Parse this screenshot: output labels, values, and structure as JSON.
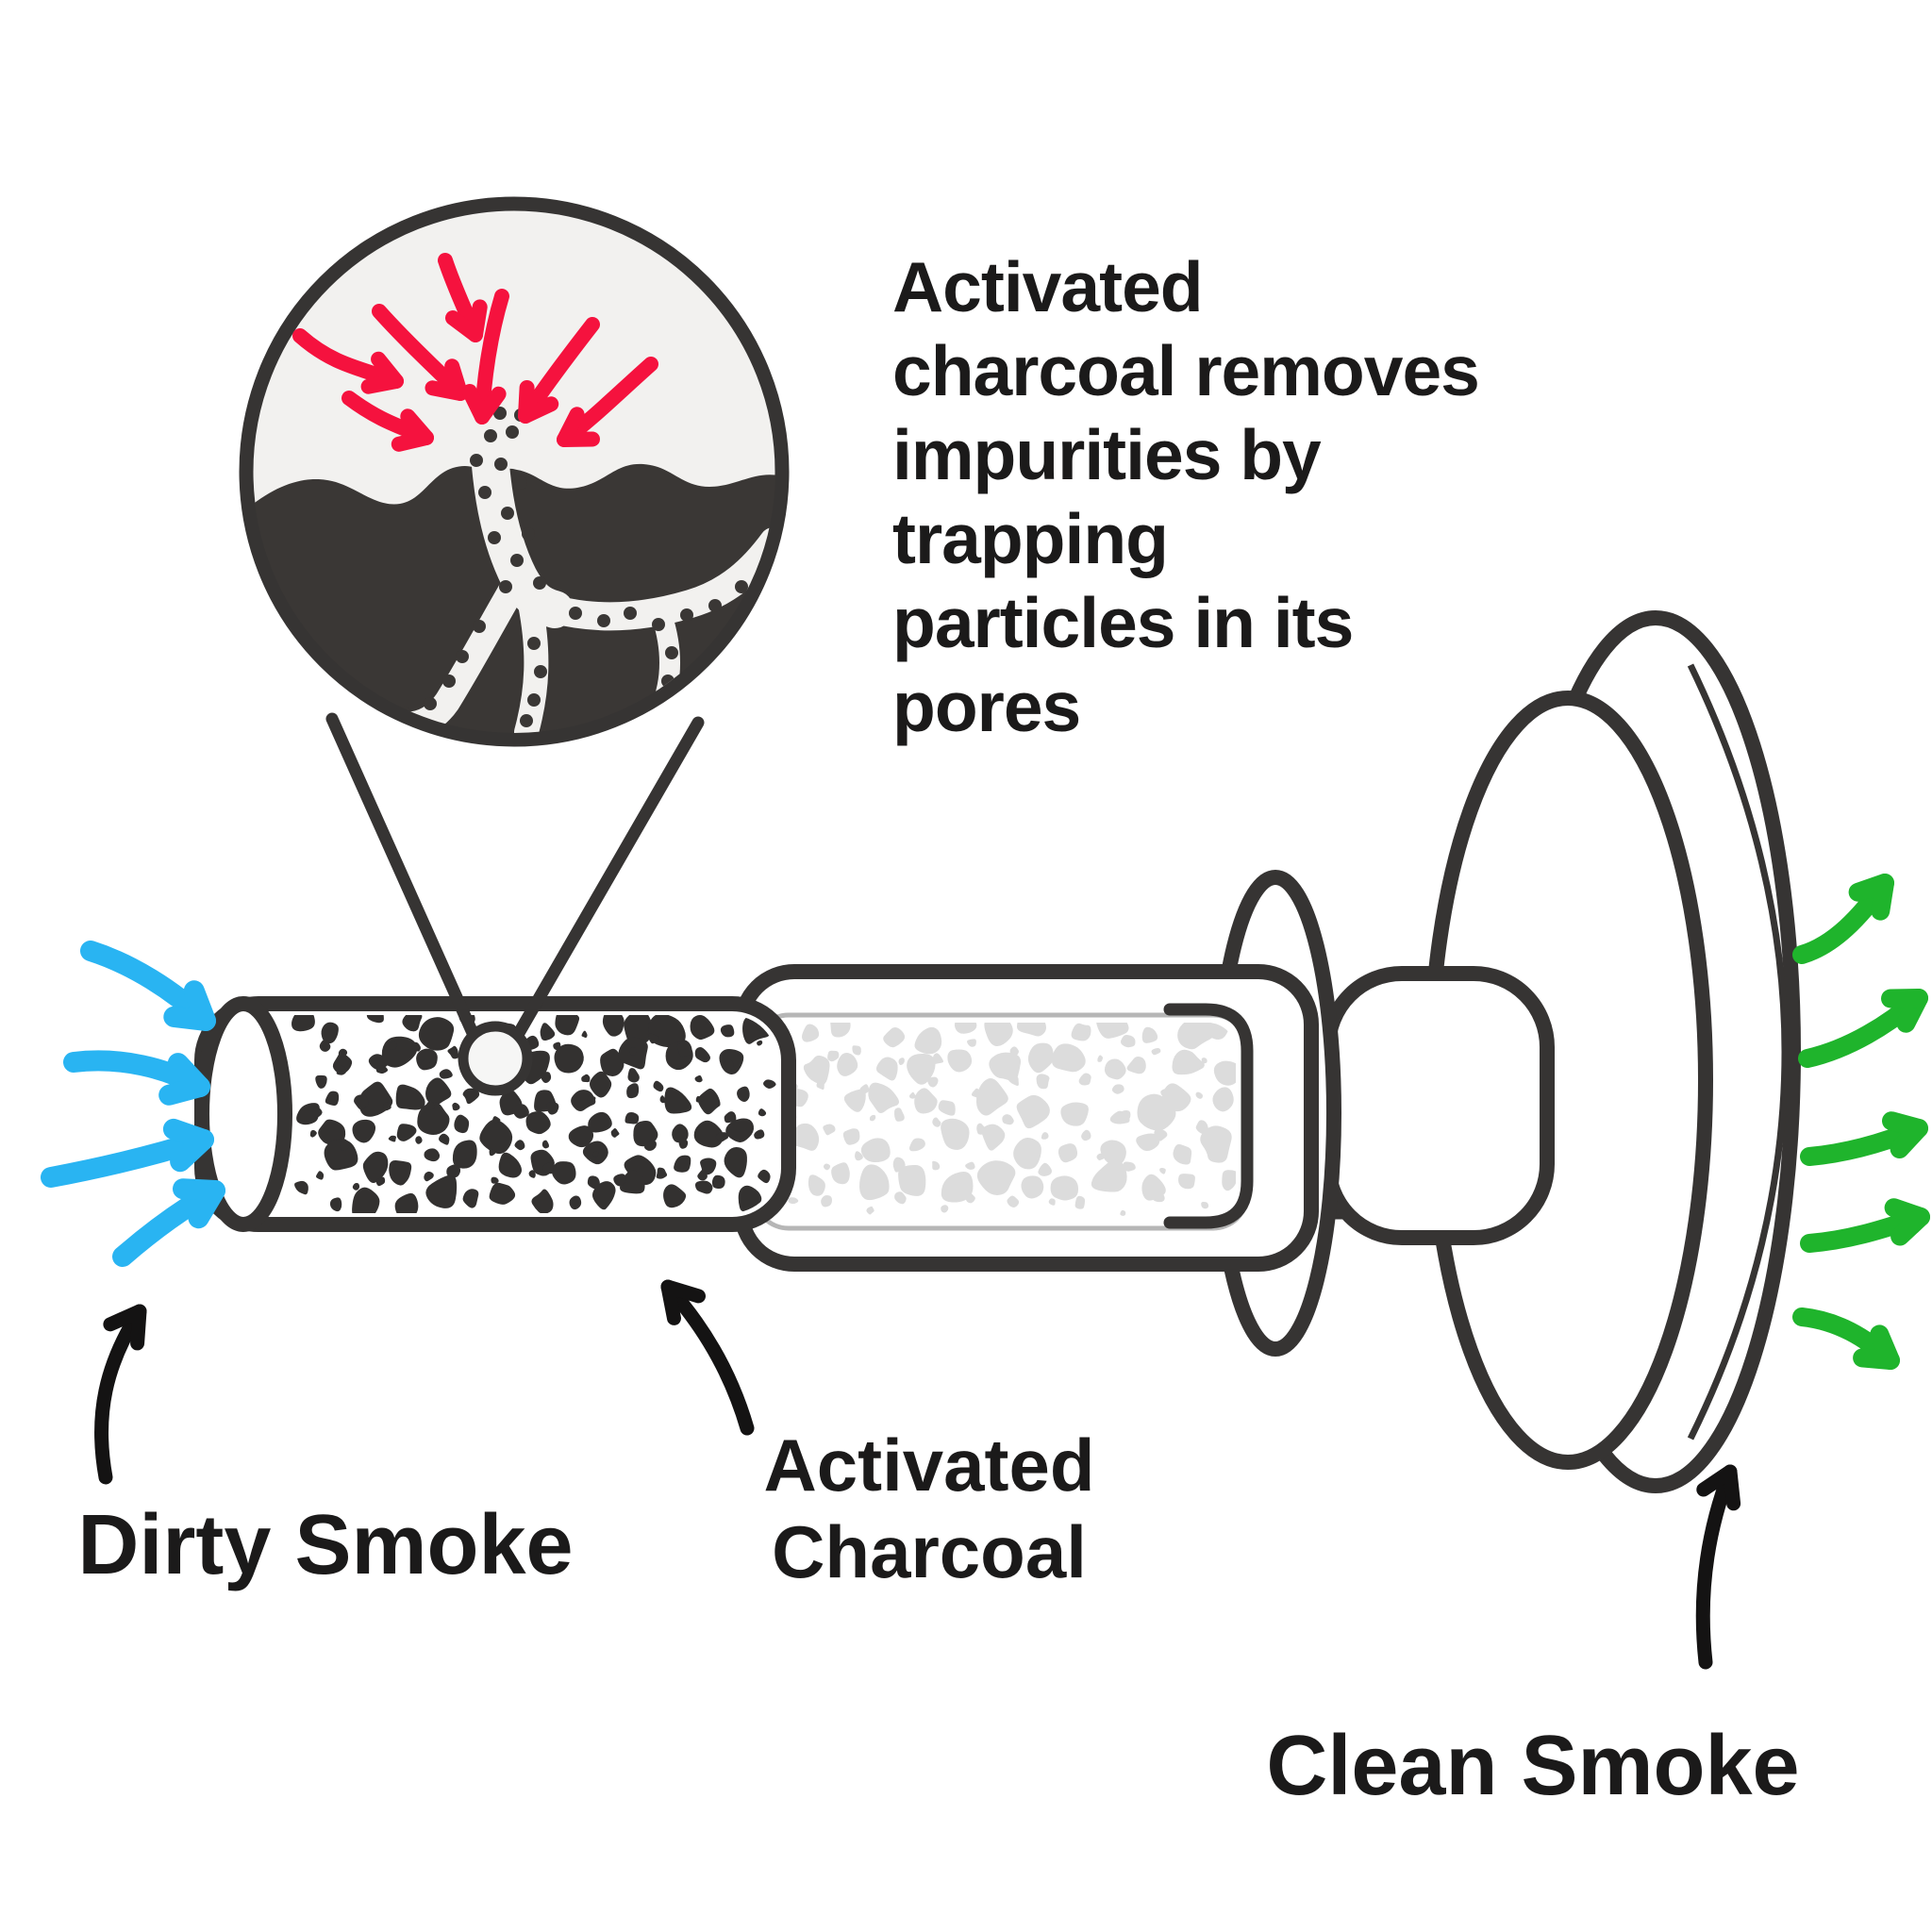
{
  "description": {
    "lines": [
      "Activated",
      "charcoal removes",
      "impurities by",
      "trapping",
      "particles in its",
      "pores"
    ]
  },
  "labels": {
    "dirty_smoke": "Dirty Smoke",
    "activated_charcoal_line1": "Activated",
    "activated_charcoal_line2": "Charcoal",
    "clean_smoke": "Clean Smoke"
  },
  "arrows": {
    "impurity_in_count": 7,
    "dirty_smoke_in_count": 4,
    "clean_smoke_out_count": 5
  },
  "colors": {
    "outline": "#363433",
    "text": "#1b1a1a",
    "charcoal": "#3a3735",
    "circle_bg": "#f2f1ef",
    "tube_pebbles": "#333130",
    "casing_pebbles": "#dcdcdc",
    "red_arrows": "#f5123e",
    "blue_arrows": "#29b4f2",
    "green_arrows": "#1fb42c",
    "hand_arrows": "#141313",
    "background": "#ffffff"
  }
}
